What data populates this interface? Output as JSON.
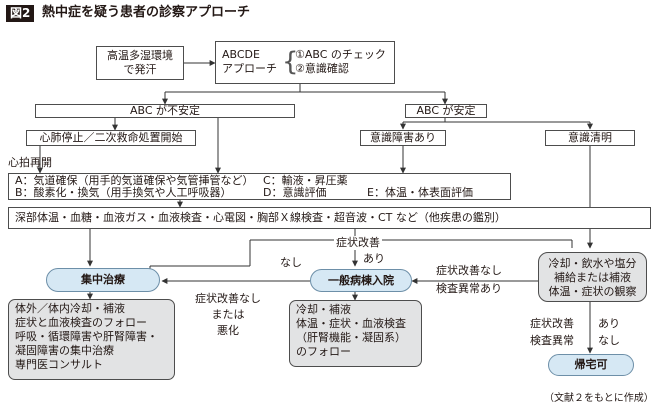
{
  "header": {
    "badge": "図2",
    "title": "熱中症を疑う患者の診察アプローチ"
  },
  "nodes": {
    "env": [
      "高温多湿環境",
      "で発汗"
    ],
    "abcde": [
      "ABCDE",
      "アプローチ"
    ],
    "abcde_steps": [
      "①ABC のチェック",
      "②意識確認"
    ],
    "abc_unstable": "ABC が不安定",
    "abc_stable": "ABC が安定",
    "arrest": "心肺停止／二次救命処置開始",
    "impaired": "意識障害あり",
    "clear": "意識清明",
    "rosc": "心拍再開",
    "abcde_detail": [
      "A：気道確保（用手的気道確保や気管挿管など）",
      "B：酸素化・換気（用手換気や人工呼吸器）",
      "C：輸液・昇圧薬",
      "D：意識評価",
      "E：体温・体表面評価"
    ],
    "tests": "深部体温・血糖・血液ガス・血液検査・心電図・胸部Ｘ線検査・超音波・CT など（他疾患の鑑別）",
    "icu": "集中治療",
    "ward": "一般病棟入院",
    "home_care": [
      "冷却・飲水や塩分",
      "補給または補液",
      "体温・症状の観察"
    ],
    "discharge": "帰宅可",
    "icu_detail": [
      "体外／体内冷却・補液",
      "症状と血液検査のフォロー",
      "呼吸・循環障害や肝腎障害・",
      "凝固障害の集中治療",
      "専門医コンサルト"
    ],
    "ward_detail": [
      "冷却・補液",
      "体温・症状・血液検査",
      "（肝腎機能・凝固系）",
      "のフォロー"
    ]
  },
  "edge_labels": {
    "improve": "症状改善",
    "no": "なし",
    "yes": "あり",
    "no_improve_or_worse": [
      "症状改善なし",
      "または",
      "悪化"
    ],
    "no_improve_abnormal": [
      "症状改善なし",
      "検査異常あり"
    ],
    "improve_abnormal": [
      "症状改善",
      "検査異常"
    ],
    "yes_no": [
      "あり",
      "なし"
    ]
  },
  "footer": {
    "source": "（文献２をもとに作成）"
  }
}
